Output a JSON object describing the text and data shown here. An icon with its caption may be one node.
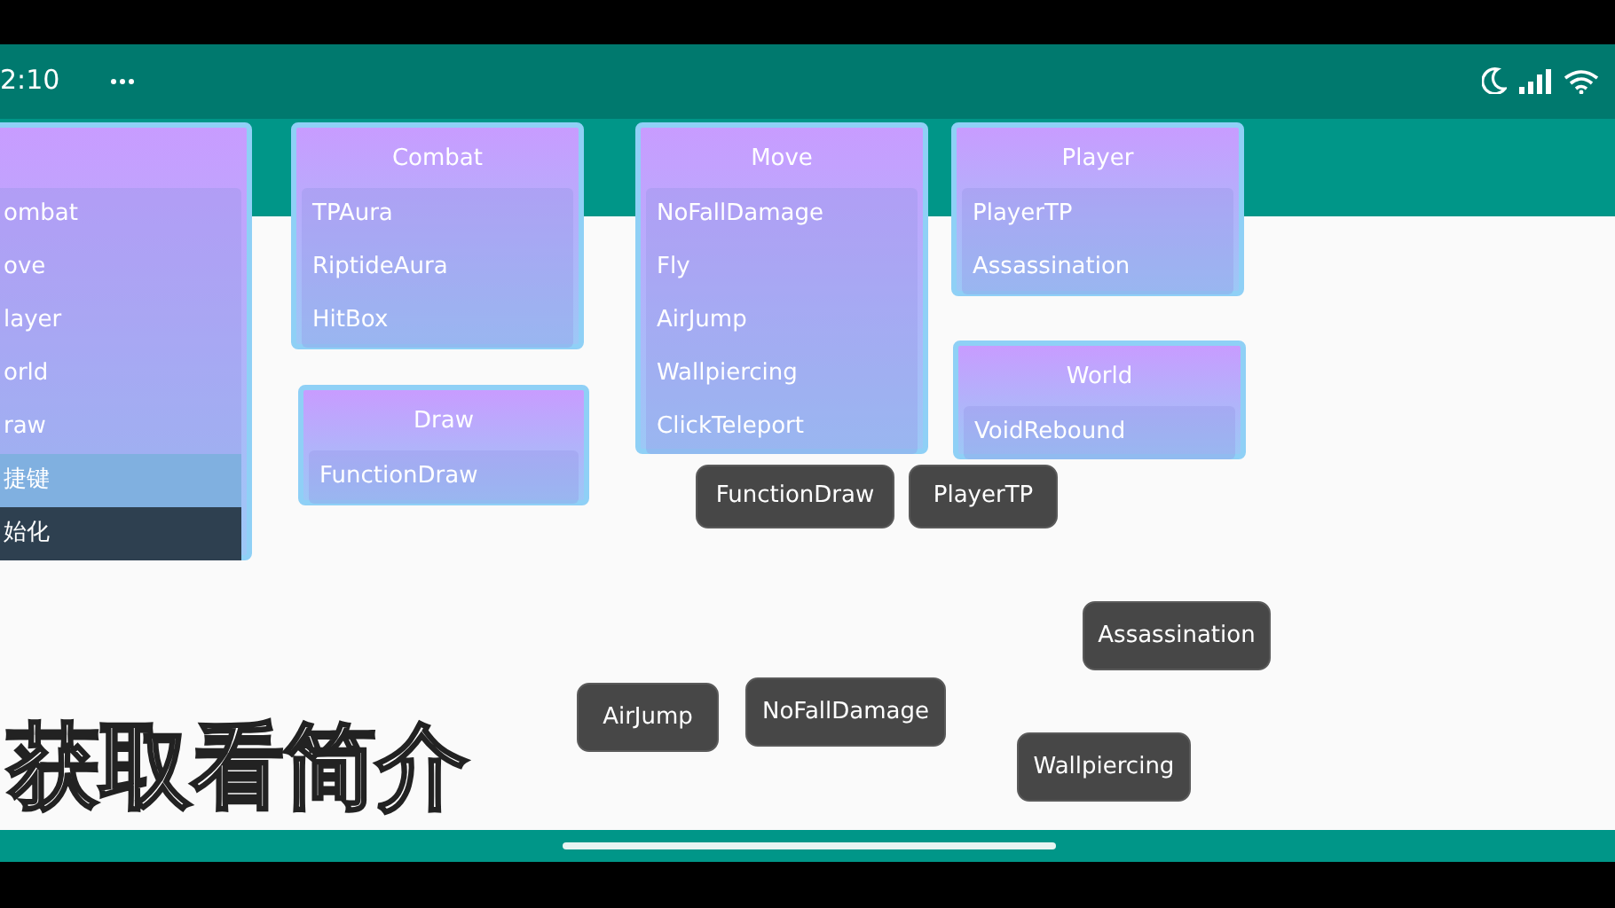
{
  "diagram": {
    "nodes": [
      {
        "text": [],
        "shape": "box"
      },
      {
        "text": [
          "ombat"
        ],
        "in": 0
      },
      {
        "text": [
          "ove"
        ],
        "in": 0
      },
      {
        "text": [
          "layer"
        ],
        "in": 0
      },
      {
        "text": [
          "orld"
        ],
        "in": 0
      },
      {
        "text": [
          "raw"
        ],
        "in": 0
      },
      {
        "text": [
          "捷键"
        ],
        "in": 0
      },
      {
        "text": [
          "始化"
        ],
        "in": 0
      },
      {
        "text": [
          "Combat"
        ]
      },
      {
        "text": [
          "TPAura"
        ],
        "in": 8
      },
      {
        "text": [
          "RiptideAura"
        ],
        "in": 8
      },
      {
        "text": [
          "HitBox"
        ],
        "in": 8
      },
      {
        "text": [
          "Move"
        ]
      },
      {
        "text": [
          "NoFallDamage"
        ],
        "in": 12
      },
      {
        "text": [
          "Fly"
        ],
        "in": 12
      },
      {
        "text": [
          "AirJump"
        ],
        "in": 12
      },
      {
        "text": [
          "Wallpiercing"
        ],
        "in": 12
      },
      {
        "text": [
          "ClickTeleport"
        ],
        "in": 12
      },
      {
        "text": [
          "Player"
        ]
      },
      {
        "text": [
          "PlayerTP"
        ],
        "in": 18
      },
      {
        "text": [
          "Assassination"
        ],
        "in": 18
      },
      {
        "text": [
          "Draw"
        ]
      },
      {
        "text": [
          "FunctionDraw"
        ],
        "in": 21
      },
      {
        "text": [
          "World"
        ]
      },
      {
        "text": [
          "VoidRebound"
        ],
        "in": 23
      },
      {
        "text": [
          "FunctionDraw"
        ]
      },
      {
        "text": [
          "PlayerTP"
        ]
      },
      {
        "text": [
          "Assassination"
        ]
      },
      {
        "text": [
          "AirJump"
        ]
      },
      {
        "text": [
          "NoFallDamage"
        ]
      },
      {
        "text": [
          "Wallpiercing"
        ]
      }
    ],
    "labels": [
      "2:10",
      "获取看简介"
    ]
  }
}
